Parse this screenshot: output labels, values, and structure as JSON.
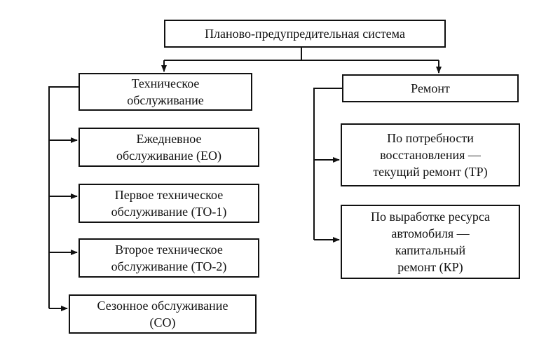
{
  "diagram": {
    "root": "Планово-предупредительная система",
    "maintenance": {
      "title": "Техническое\nобслуживание",
      "items": [
        "Ежедневное\nобслуживание (ЕО)",
        "Первое техническое\nобслуживание (ТО-1)",
        "Второе техническое\nобслуживание (ТО-2)",
        "Сезонное обслуживание\n(СО)"
      ]
    },
    "repair": {
      "title": "Ремонт",
      "items": [
        "По потребности\nвосстановления —\nтекущий ремонт (ТР)",
        "По выработке ресурса\nавтомобиля —\nкапитальный\nремонт (КР)"
      ]
    }
  }
}
